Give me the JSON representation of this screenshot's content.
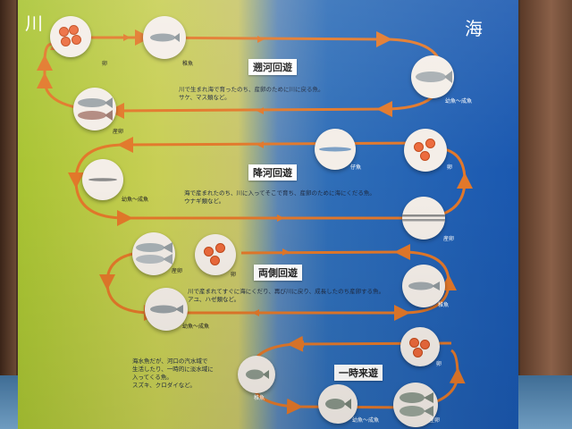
{
  "corners": {
    "river": "川",
    "sea": "海"
  },
  "sections": [
    {
      "title": "遡河回遊",
      "description": [
        "川で生まれ海で育ったのち、産卵のために川に戻る魚。",
        "サケ、マス類など。"
      ],
      "labels": {
        "egg": "卵",
        "fry": "稚魚",
        "juvenile_adult": "幼魚～成魚",
        "spawning": "産卵"
      }
    },
    {
      "title": "降河回遊",
      "description": [
        "海で産まれたのち、川に入ってそこで育ち、産卵のために海にくだる魚。",
        "ウナギ類など。"
      ],
      "labels": {
        "fry": "仔魚",
        "egg": "卵",
        "juvenile_adult": "幼魚～成魚",
        "spawning": "産卵"
      }
    },
    {
      "title": "両側回遊",
      "description": [
        "川で産まれてすぐに海にくだり、再び川に戻り、成長したのち産卵する魚。",
        "アユ、ハゼ類など。"
      ],
      "labels": {
        "spawning": "産卵",
        "egg": "卵",
        "fry": "稚魚",
        "juvenile_adult": "幼魚～成魚"
      }
    },
    {
      "title": "一時来遊",
      "description": [
        "海水魚だが、河口の汽水域で",
        "生活したり、一時的に淡水域に",
        "入ってくる魚。",
        "スズキ、クロダイなど。"
      ],
      "labels": {
        "egg": "卵",
        "fry": "稚魚",
        "juvenile_adult": "幼魚～成魚",
        "spawning": "産卵"
      }
    }
  ],
  "colors": {
    "loop": "#e2782a",
    "egg": "#ec6a3c",
    "circle": "#f4eee8"
  },
  "icons": [
    "fish-icon",
    "eel-icon",
    "eggs-icon"
  ]
}
